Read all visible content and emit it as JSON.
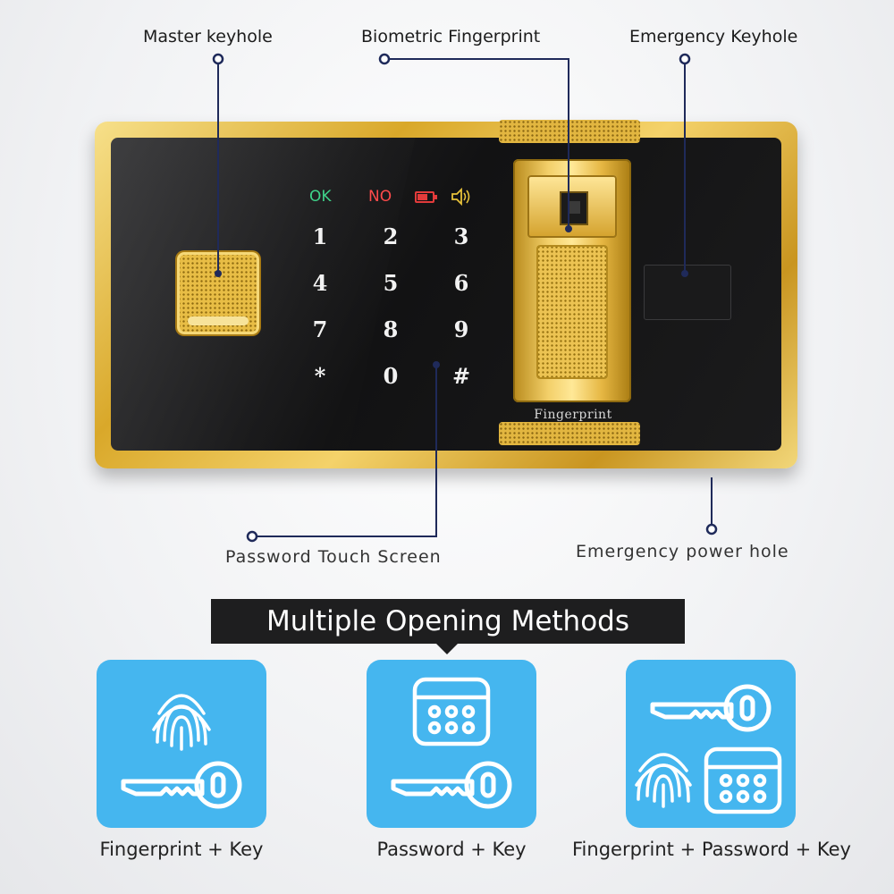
{
  "callouts": {
    "master_keyhole": "Master keyhole",
    "biometric_fingerprint": "Biometric Fingerprint",
    "emergency_keyhole": "Emergency Keyhole",
    "password_touch_screen": "Password Touch Screen",
    "emergency_power_hole": "Emergency power hole"
  },
  "panel": {
    "status": {
      "ok": "OK",
      "no": "NO"
    },
    "keys": [
      "1",
      "2",
      "3",
      "4",
      "5",
      "6",
      "7",
      "8",
      "9",
      "*",
      "0",
      "#"
    ],
    "fingerprint_label": "Fingerprint"
  },
  "banner": {
    "title": "Multiple Opening Methods"
  },
  "methods": [
    {
      "label": "Fingerprint + Key"
    },
    {
      "label": "Password + Key"
    },
    {
      "label": "Fingerprint + Password + Key"
    }
  ],
  "colors": {
    "accent_blue": "#45b6ef",
    "gold": "#e2b640",
    "ok_green": "#3fd38a",
    "no_red": "#ff4b4b",
    "battery_red": "#e33b3b",
    "speaker_yellow": "#e8c23a",
    "callout_navy": "#1f2a5a"
  }
}
